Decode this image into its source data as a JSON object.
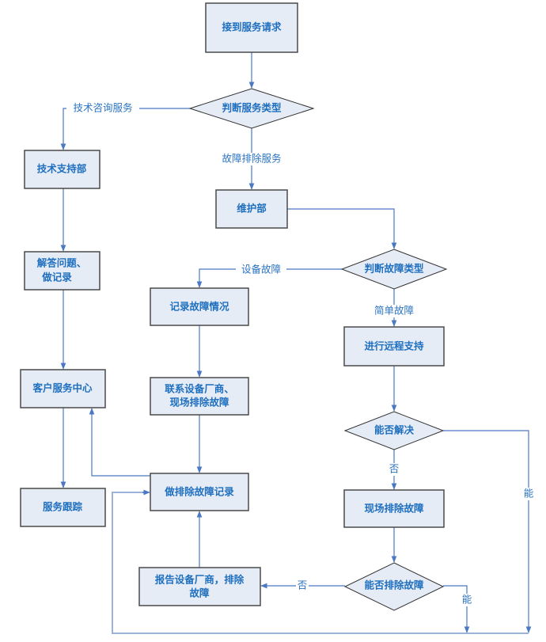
{
  "nodes": {
    "receive": "接到服务请求",
    "judge_service": "判断服务类型",
    "tech_support": "技术支持部",
    "answer": [
      "解答问题、",
      "做记录"
    ],
    "customer_center": "客户服务中心",
    "service_tracking": "服务跟踪",
    "maintenance": "维护部",
    "judge_fault": "判断故障类型",
    "record_fault": "记录故障情况",
    "contact_vendor": [
      "联系设备厂商、",
      "现场排除故障"
    ],
    "do_record": "做排除故障记录",
    "report_vendor": [
      "报告设备厂商，排除",
      "故障"
    ],
    "remote_support": "进行远程支持",
    "can_solve": "能否解决",
    "onsite": "现场排除故障",
    "can_fix": "能否排除故障"
  },
  "edges": {
    "tech_consult": "技术咨询服务",
    "troubleshoot": "故障排除服务",
    "equipment_fault": "设备故障",
    "simple_fault": "简单故障",
    "no1": "否",
    "yes1": "能",
    "no2": "否",
    "yes2": "能"
  },
  "colors": {
    "node_fill": "#e6ecf6",
    "text": "#1f6fbf",
    "line": "#4a78c2"
  }
}
